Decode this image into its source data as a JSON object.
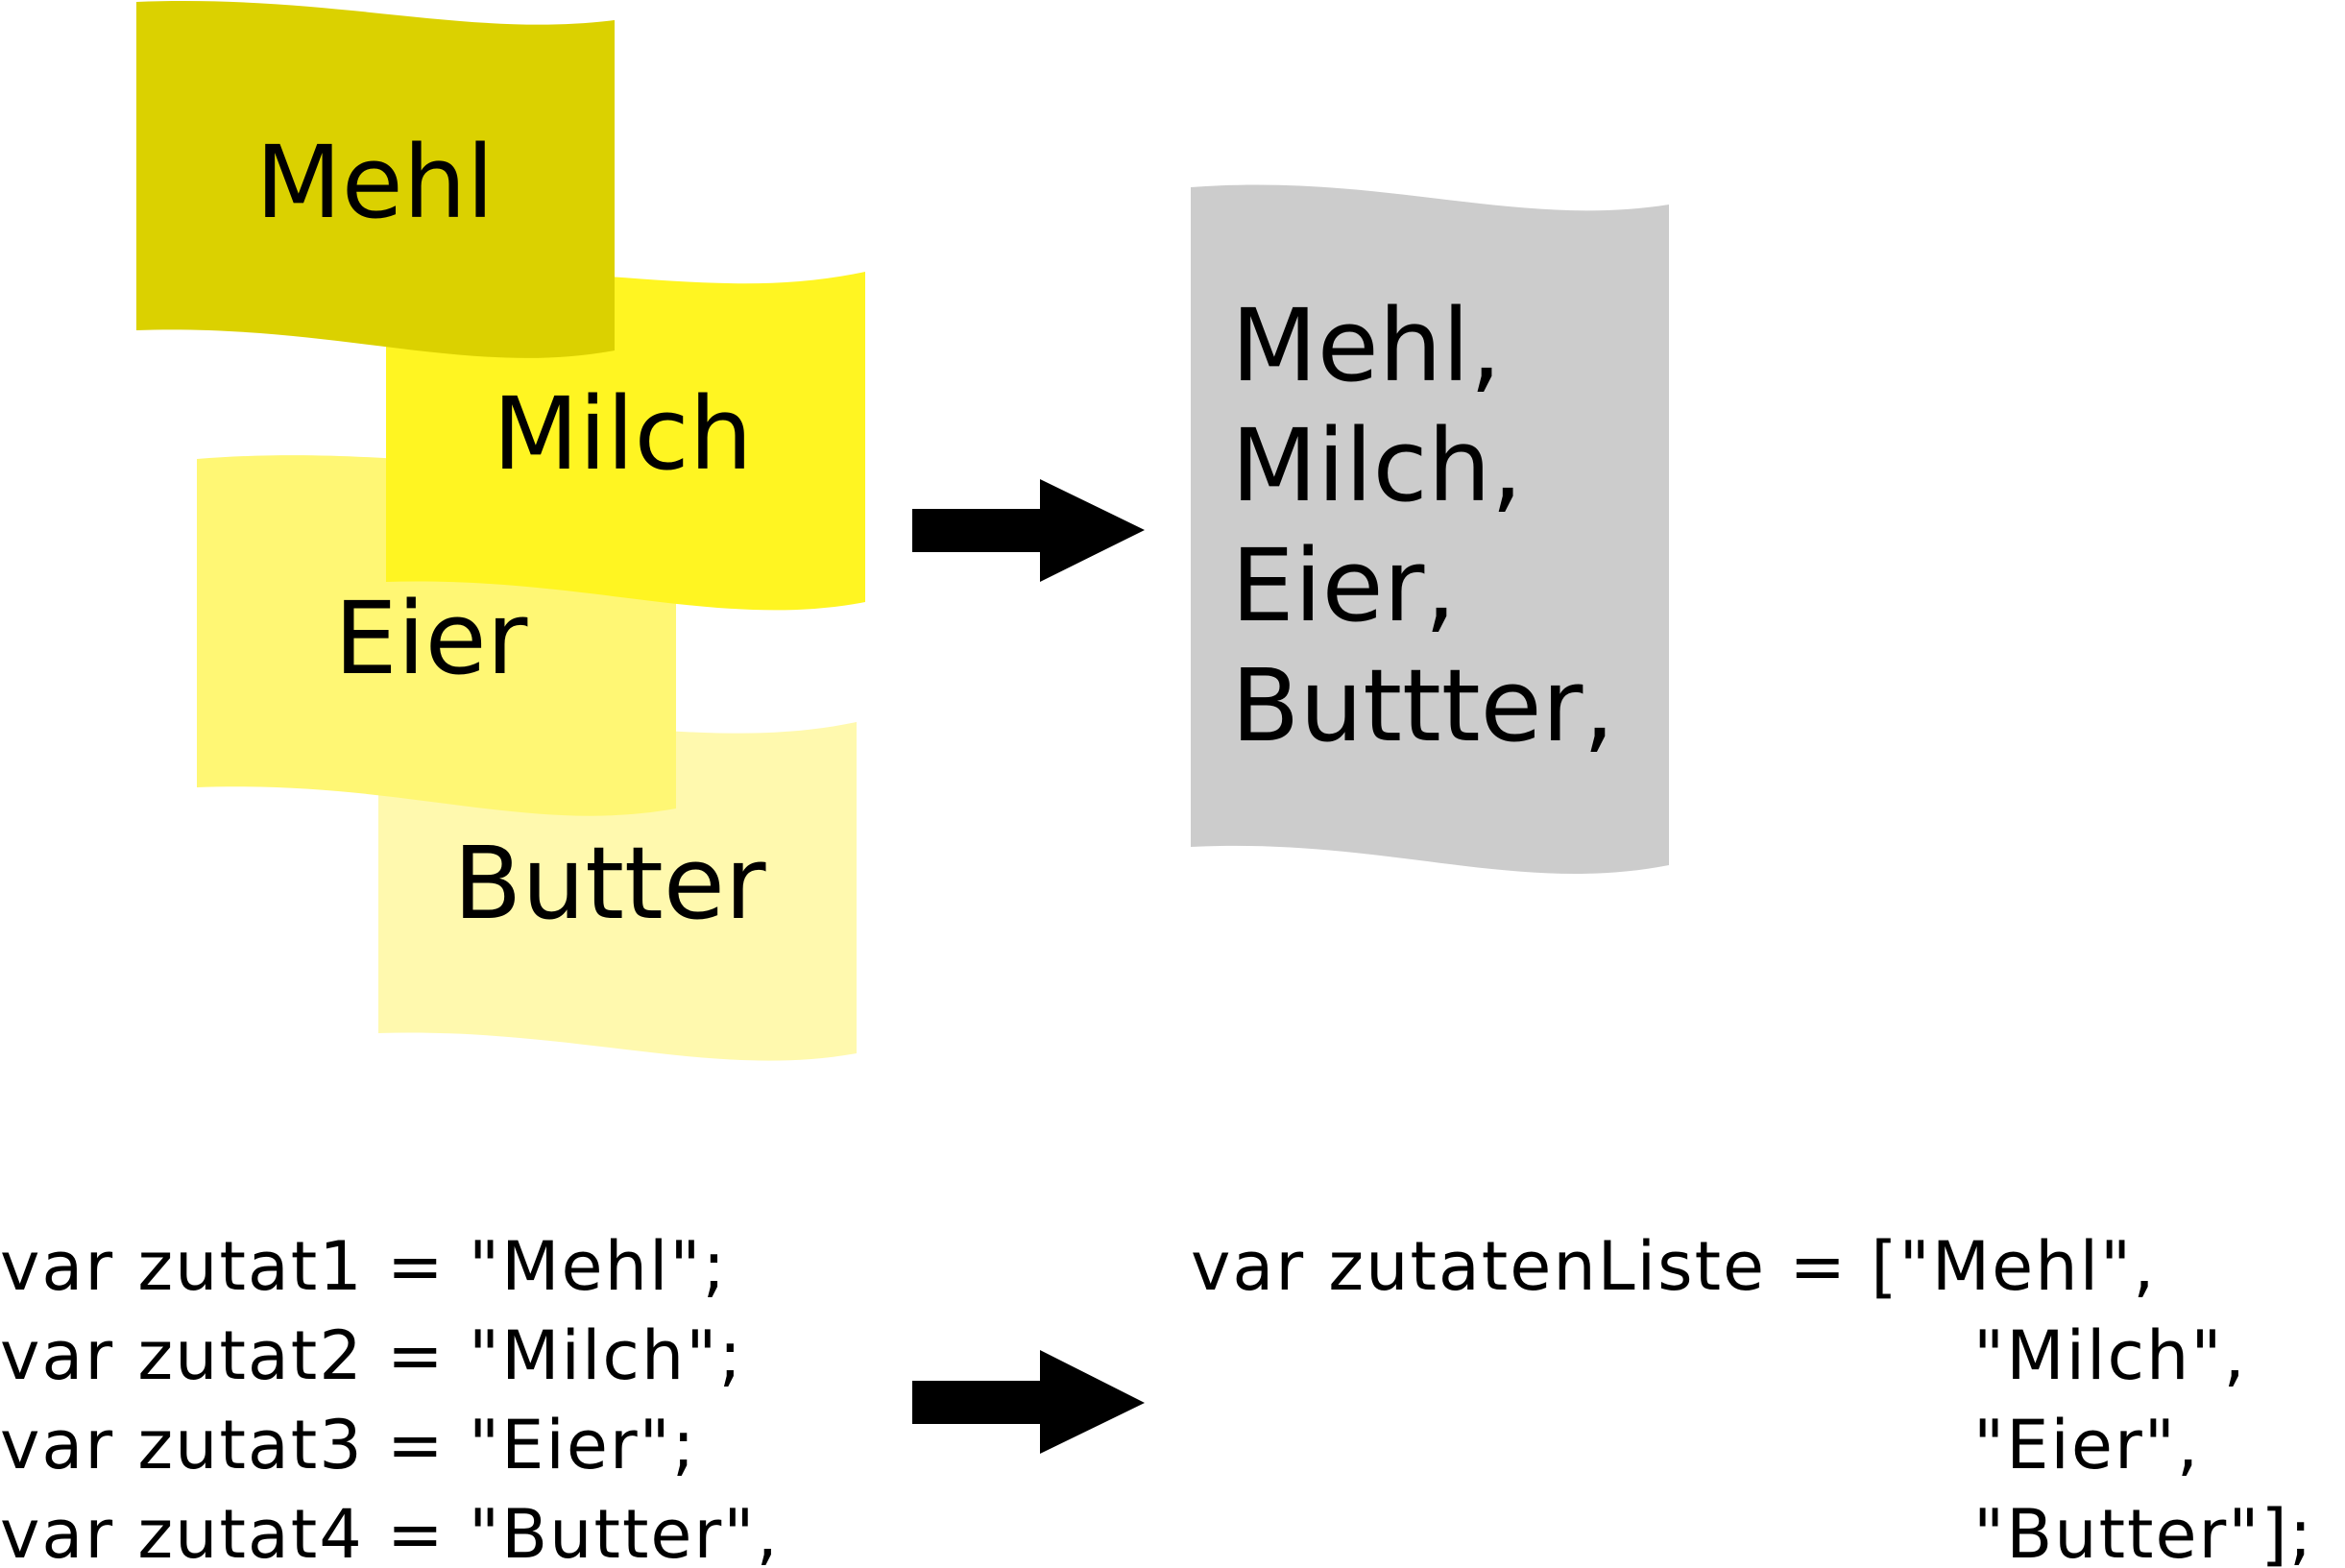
{
  "notes": [
    {
      "label": "Mehl",
      "color": "#dbd100"
    },
    {
      "label": "Milch",
      "color": "#fff522"
    },
    {
      "label": "Eier",
      "color": "#fff774"
    },
    {
      "label": "Butter",
      "color": "#fff9ae"
    }
  ],
  "list_card": {
    "color": "#cccccc",
    "lines": [
      "Mehl,",
      "Milch,",
      "Eier,",
      "Buttter,"
    ]
  },
  "arrow_color": "#000000",
  "code_left": {
    "lines": [
      "var zutat1 = \"Mehl\";",
      "var zutat2 = \"Milch\";",
      "var zutat3 = \"Eier\";",
      "var zutat4 = \"Butter\","
    ]
  },
  "code_right": {
    "first_line": "var zutatenListe = [\"Mehl\",",
    "continuation_lines": [
      "\"Milch\",",
      "\"Eier\",",
      "\"Butter\"];"
    ]
  }
}
